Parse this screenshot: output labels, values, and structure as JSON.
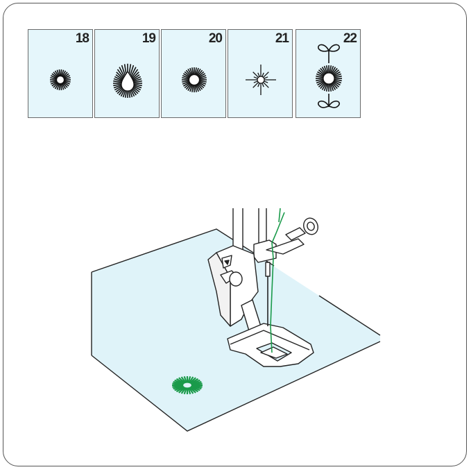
{
  "stitch_patterns": [
    {
      "number": "18",
      "icon": "eyelet-round-small-icon"
    },
    {
      "number": "19",
      "icon": "eyelet-teardrop-icon"
    },
    {
      "number": "20",
      "icon": "eyelet-round-large-icon"
    },
    {
      "number": "21",
      "icon": "eyelet-star-icon"
    },
    {
      "number": "22",
      "icon": "eyelet-flower-icon"
    }
  ],
  "colors": {
    "tile_background": "#e5f6fb",
    "fabric": "#dff3f9",
    "thread": "#1a9a4a",
    "outline": "#222222"
  }
}
